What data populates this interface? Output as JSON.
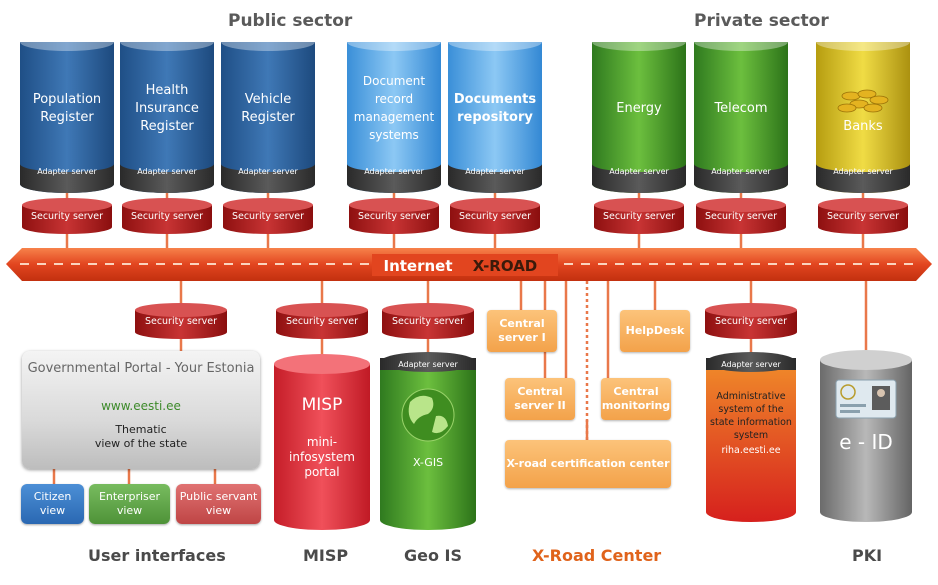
{
  "sections": {
    "public": "Public sector",
    "private": "Private sector"
  },
  "databases": [
    {
      "id": "population",
      "lines": [
        "Population",
        "Register"
      ],
      "adapter": "Adapter server",
      "security": "Security server",
      "color": "blue"
    },
    {
      "id": "health",
      "lines": [
        "Health",
        "Insurance",
        "Register"
      ],
      "adapter": "Adapter server",
      "security": "Security server",
      "color": "blue"
    },
    {
      "id": "vehicle",
      "lines": [
        "Vehicle",
        "Register"
      ],
      "adapter": "Adapter server",
      "security": "Security server",
      "color": "blue"
    },
    {
      "id": "docmgmt",
      "lines": [
        "Document",
        "record",
        "management",
        "systems"
      ],
      "adapter": "Adapter server",
      "security": "Security server",
      "color": "lightblue"
    },
    {
      "id": "docrepo",
      "lines": [
        "Documents",
        "repository"
      ],
      "adapter": "Adapter server",
      "security": "Security server",
      "color": "lightblue"
    },
    {
      "id": "energy",
      "lines": [
        "Energy"
      ],
      "adapter": "Adapter server",
      "security": "Security server",
      "color": "green"
    },
    {
      "id": "telecom",
      "lines": [
        "Telecom"
      ],
      "adapter": "Adapter server",
      "security": "Security server",
      "color": "green"
    },
    {
      "id": "banks",
      "lines": [
        "Banks"
      ],
      "adapter": "Adapter server",
      "security": "Security server",
      "color": "yellow"
    }
  ],
  "xroad": {
    "internet": "Internet",
    "name": "X-ROAD"
  },
  "portal": {
    "security": "Security server",
    "title": "Governmental Portal - Your Estonia",
    "url": "www.eesti.ee",
    "desc": [
      "Thematic",
      "view of the state"
    ],
    "views": [
      {
        "id": "citizen",
        "lines": [
          "Citizen",
          "view"
        ],
        "color": "#3f7fc8"
      },
      {
        "id": "enterpriser",
        "lines": [
          "Enterpriser",
          "view"
        ],
        "color": "#65ab4f"
      },
      {
        "id": "servant",
        "lines": [
          "Public servant",
          "view"
        ],
        "color": "#d35a5a"
      }
    ]
  },
  "misp": {
    "security": "Security server",
    "title": "MISP",
    "lines": [
      "mini-",
      "infosystem",
      "portal"
    ]
  },
  "geois": {
    "security": "Security server",
    "adapter": "Adapter server",
    "label": "X-GIS"
  },
  "center": {
    "central1": [
      "Central",
      "server I"
    ],
    "central2": [
      "Central",
      "server II"
    ],
    "monitoring": [
      "Central",
      "monitoring"
    ],
    "helpdesk": "HelpDesk",
    "cert": "X-road certification center"
  },
  "riha": {
    "security": "Security server",
    "adapter": "Adapter server",
    "lines": [
      "Administrative",
      "system of the",
      "state information",
      "system"
    ],
    "url": "riha.eesti.ee"
  },
  "pki": {
    "label": "e - ID"
  },
  "bottom": {
    "ui": "User interfaces",
    "misp": "MISP",
    "geo": "Geo IS",
    "center": "X-Road Center",
    "pki": "PKI"
  }
}
